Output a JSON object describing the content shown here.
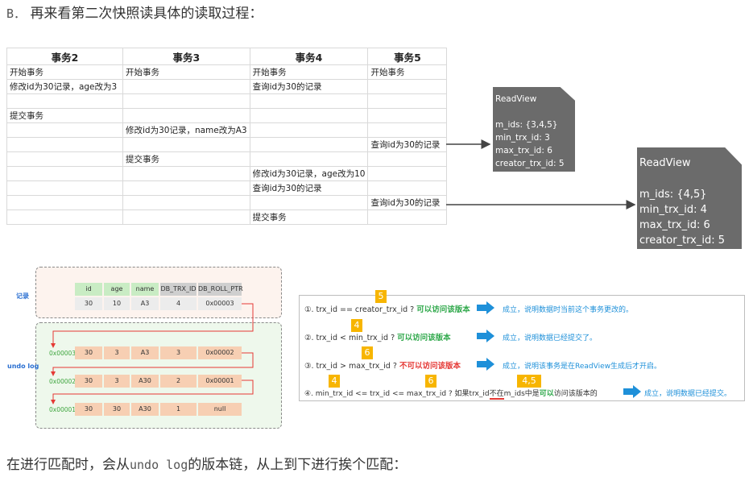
{
  "heading": {
    "prefix": "B．",
    "text": "再来看第二次快照读具体的读取过程："
  },
  "table": {
    "headers": [
      "事务2",
      "事务3",
      "事务4",
      "事务5"
    ],
    "rows": [
      [
        "开始事务",
        "开始事务",
        "开始事务",
        "开始事务"
      ],
      [
        "修改id为30记录，age改为3",
        "",
        "查询id为30的记录",
        ""
      ],
      [
        "",
        "",
        "",
        ""
      ],
      [
        "提交事务",
        "",
        "",
        ""
      ],
      [
        "",
        "修改id为30记录，name改为A3",
        "",
        ""
      ],
      [
        "",
        "",
        "",
        "查询id为30的记录"
      ],
      [
        "",
        "提交事务",
        "",
        ""
      ],
      [
        "",
        "",
        "修改id为30记录，age改为10",
        ""
      ],
      [
        "",
        "",
        "查询id为30的记录",
        ""
      ],
      [
        "",
        "",
        "",
        "查询id为30的记录"
      ],
      [
        "",
        "",
        "提交事务",
        ""
      ]
    ]
  },
  "readview1": {
    "title": "ReadView",
    "m_ids": "m_ids: {3,4,5}",
    "min": "min_trx_id: 3",
    "max": "max_trx_id: 6",
    "creator": "creator_trx_id: 5"
  },
  "readview2": {
    "title": "ReadView",
    "m_ids": "m_ids: {4,5}",
    "min": "min_trx_id: 4",
    "max": "max_trx_id: 6",
    "creator": "creator_trx_id: 5"
  },
  "records": {
    "record_label": "记录",
    "undo_label": "undo log",
    "headers": [
      "id",
      "age",
      "name",
      "DB_TRX_ID",
      "DB_ROLL_PTR"
    ],
    "current": [
      "30",
      "10",
      "A3",
      "4",
      "0x00003"
    ],
    "undo": [
      {
        "addr": "0x00003",
        "values": [
          "30",
          "3",
          "A3",
          "3",
          "0x00002"
        ]
      },
      {
        "addr": "0x00002",
        "values": [
          "30",
          "3",
          "A30",
          "2",
          "0x00001"
        ]
      },
      {
        "addr": "0x00001",
        "values": [
          "30",
          "30",
          "A30",
          "1",
          "null"
        ]
      }
    ]
  },
  "rules": {
    "r1": {
      "text": "①. trx_id  == creator_trx_id ?",
      "result": "可以访问该版本",
      "badge": "5",
      "conclusion": "成立，说明数据时当前这个事务更改的。"
    },
    "r2": {
      "text": "②. trx_id < min_trx_id ?",
      "result": "可以访问该版本",
      "badge": "4",
      "conclusion": "成立，说明数据已经提交了。"
    },
    "r3": {
      "text": "③. trx_id > max_trx_id ?",
      "result": "不可以访问该版本",
      "badge": "6",
      "conclusion": "成立，说明该事务是在ReadView生成后才开启。"
    },
    "r4": {
      "text_a": "④. min_trx_id <= trx_id <= max_trx_id ?  如果trx_id",
      "text_red": "不在",
      "text_b": "m_ids中是",
      "result": "可以",
      "text_c": "访问该版本的",
      "badge_a": "4",
      "badge_b": "6",
      "badge_c": "4,5",
      "conclusion": "成立，说明数据已经提交。"
    }
  },
  "footer": {
    "a": "在进行匹配时，会从",
    "mono": "undo log",
    "b": "的版本链，从上到下进行挨个匹配："
  },
  "colors": {
    "readview": "#6b6b6b",
    "badge": "#f7b500",
    "arrow": "#1e90d9",
    "green": "#2ea84a",
    "red": "#e53935"
  }
}
